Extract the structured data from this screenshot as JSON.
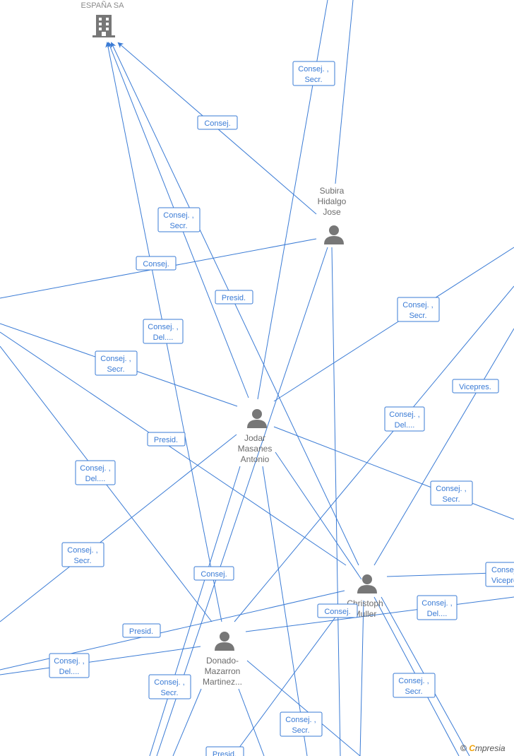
{
  "company": {
    "name": "ESPAÑA SA",
    "icon": "building-icon"
  },
  "persons": [
    {
      "id": "subira",
      "lines": [
        "Subira",
        "Hidalgo",
        "Jose"
      ]
    },
    {
      "id": "jodar",
      "lines": [
        "Jodar",
        "Masanes",
        "Antonio"
      ]
    },
    {
      "id": "donado",
      "lines": [
        "Donado-",
        "Mazarron",
        "Martinez..."
      ]
    },
    {
      "id": "christoph",
      "lines": [
        "Christoph",
        "Muller"
      ]
    }
  ],
  "edge_labels": [
    [
      "Consej. ,",
      "Secr."
    ],
    [
      "Consej."
    ],
    [
      "Consej. ,",
      "Secr."
    ],
    [
      "Consej."
    ],
    [
      "Presid."
    ],
    [
      "Consej. ,",
      "Secr."
    ],
    [
      "Consej. ,",
      "Del...."
    ],
    [
      "Consej. ,",
      "Secr."
    ],
    [
      "Vicepres."
    ],
    [
      "Presid."
    ],
    [
      "Consej. ,",
      "Del...."
    ],
    [
      "Consej. ,",
      "Del...."
    ],
    [
      "Consej. ,",
      "Secr."
    ],
    [
      "Consej. ,",
      "Secr."
    ],
    [
      "Consej."
    ],
    [
      "Consej. ,",
      "Vicepre..."
    ],
    [
      "Consej."
    ],
    [
      "Consej. ,",
      "Del...."
    ],
    [
      "Presid."
    ],
    [
      "Consej. ,",
      "Del...."
    ],
    [
      "Consej. ,",
      "Secr."
    ],
    [
      "Consej. ,",
      "Secr."
    ],
    [
      "Consej. ,",
      "Secr."
    ],
    [
      "Presid."
    ]
  ],
  "watermark": {
    "copyright": "©",
    "brand_first": "C",
    "brand_rest": "mpresia"
  }
}
